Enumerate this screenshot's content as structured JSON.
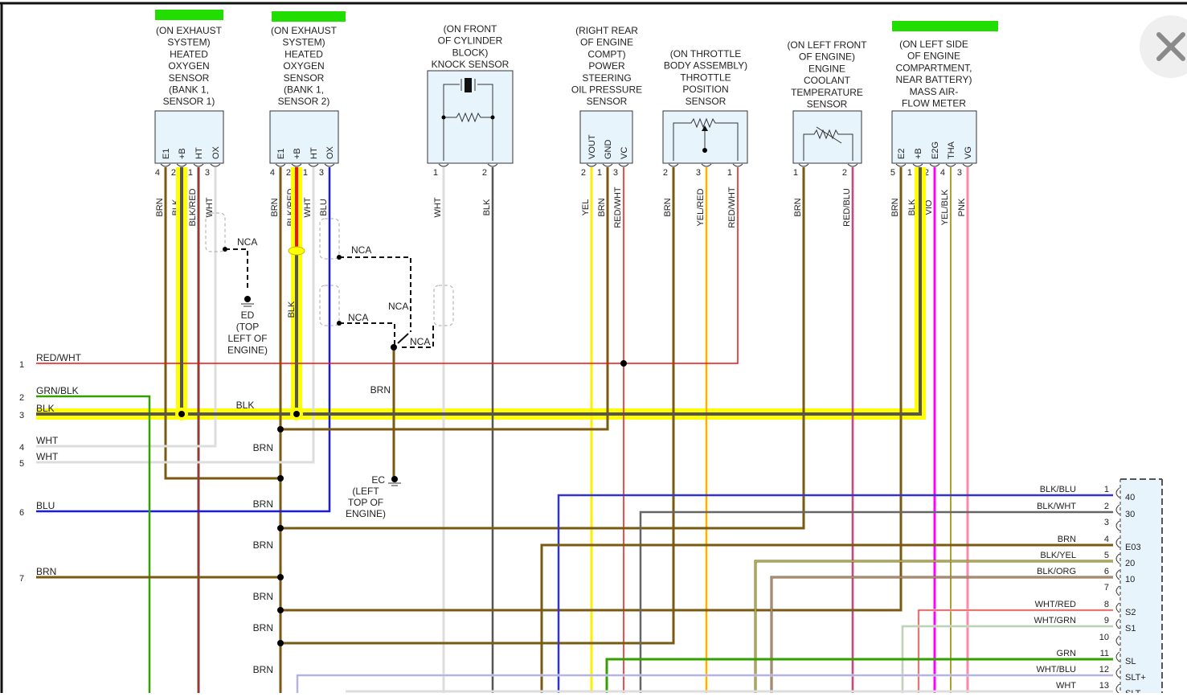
{
  "window": {
    "close_icon": "close-icon (×)"
  },
  "highlight_color": "#22dd00",
  "components": [
    {
      "id": "ho2s-b1s1",
      "title_lines": [
        "(ON EXHAUST",
        "SYSTEM)",
        "HEATED",
        "OXYGEN",
        "SENSOR",
        "(BANK 1,",
        "SENSOR 1)"
      ],
      "highlighted": true,
      "pin_labels": [
        "E1",
        "+B",
        "HT",
        "OX"
      ],
      "pins": [
        {
          "num": "4",
          "wire": "BRN"
        },
        {
          "num": "2",
          "wire": "BLK"
        },
        {
          "num": "1",
          "wire": "BLK/RED"
        },
        {
          "num": "3",
          "wire": "WHT"
        }
      ]
    },
    {
      "id": "ho2s-b1s2",
      "title_lines": [
        "(ON EXHAUST",
        "SYSTEM)",
        "HEATED",
        "OXYGEN",
        "SENSOR",
        "(BANK 1,",
        "SENSOR 2)"
      ],
      "highlighted": true,
      "pin_labels": [
        "E1",
        "+B",
        "HT",
        "OX"
      ],
      "pins": [
        {
          "num": "4",
          "wire": "BRN"
        },
        {
          "num": "2",
          "wire": "BLK/RED"
        },
        {
          "num": "1",
          "wire": "WHT"
        },
        {
          "num": "3",
          "wire": "BLU"
        }
      ]
    },
    {
      "id": "knock",
      "title_lines": [
        "(ON FRONT",
        "OF CYLINDER",
        "BLOCK)",
        "KNOCK SENSOR"
      ],
      "highlighted": false,
      "pin_labels": [],
      "pins": [
        {
          "num": "1",
          "wire": "WHT"
        },
        {
          "num": "2",
          "wire": "BLK"
        }
      ]
    },
    {
      "id": "pspress",
      "title_lines": [
        "(RIGHT REAR",
        "OF ENGINE",
        "COMPT)",
        "POWER",
        "STEERING",
        "OIL PRESSURE",
        "SENSOR"
      ],
      "highlighted": false,
      "pin_labels": [
        "VOUT",
        "GND",
        "VC"
      ],
      "pins": [
        {
          "num": "2",
          "wire": "YEL"
        },
        {
          "num": "1",
          "wire": "BRN"
        },
        {
          "num": "3",
          "wire": "RED/WHT"
        }
      ]
    },
    {
      "id": "tps",
      "title_lines": [
        "(ON THROTTLE",
        "BODY ASSEMBLY)",
        "THROTTLE",
        "POSITION",
        "SENSOR"
      ],
      "highlighted": false,
      "pin_labels": [],
      "pins": [
        {
          "num": "2",
          "wire": "BRN"
        },
        {
          "num": "3",
          "wire": "YEL/RED"
        },
        {
          "num": "1",
          "wire": "RED/WHT"
        }
      ]
    },
    {
      "id": "ect",
      "title_lines": [
        "(ON LEFT FRONT",
        "OF ENGINE)",
        "ENGINE",
        "COOLANT",
        "TEMPERATURE",
        "SENSOR"
      ],
      "highlighted": false,
      "pin_labels": [],
      "pins": [
        {
          "num": "1",
          "wire": "BRN"
        },
        {
          "num": "2",
          "wire": "RED/BLU"
        }
      ]
    },
    {
      "id": "maf",
      "title_lines": [
        "(ON LEFT SIDE",
        "OF ENGINE",
        "COMPARTMENT,",
        "NEAR BATTERY)",
        "MASS AIR-",
        "FLOW METER"
      ],
      "highlighted": true,
      "pin_labels": [
        "E2",
        "+B",
        "E2G",
        "THA",
        "VG"
      ],
      "pins": [
        {
          "num": "5",
          "wire": "BRN"
        },
        {
          "num": "1",
          "wire": "BLK"
        },
        {
          "num": "2",
          "wire": "VIO"
        },
        {
          "num": "4",
          "wire": "YEL/BLK"
        },
        {
          "num": "3",
          "wire": "PNK"
        }
      ]
    }
  ],
  "left_connector": {
    "rows": [
      {
        "num": "1",
        "wire": "RED/WHT"
      },
      {
        "num": "2",
        "wire": "GRN/BLK"
      },
      {
        "num": "3",
        "wire": "BLK"
      },
      {
        "num": "4",
        "wire": "WHT"
      },
      {
        "num": "5",
        "wire": "WHT"
      },
      {
        "num": "6",
        "wire": "BLU"
      },
      {
        "num": "7",
        "wire": "BRN"
      }
    ]
  },
  "bus_labels": {
    "blk_bus": "BLK",
    "blk_vertical": "BLK",
    "brn_ground": "BRN",
    "brn_splices": [
      "BRN",
      "BRN",
      "BRN",
      "BRN",
      "BRN",
      "BRN"
    ]
  },
  "grounds": [
    {
      "id": "ED",
      "lines": [
        "ED",
        "(TOP",
        "LEFT OF",
        "ENGINE)"
      ]
    },
    {
      "id": "EC",
      "lines": [
        "EC",
        "(LEFT",
        "TOP OF",
        "ENGINE)"
      ]
    }
  ],
  "nca_labels": [
    "NCA",
    "NCA",
    "NCA",
    "NCA",
    "NCA"
  ],
  "ecm_connector": {
    "rows": [
      {
        "num": "1",
        "wire": "BLK/BLU",
        "terminal": "40"
      },
      {
        "num": "2",
        "wire": "BLK/WHT",
        "terminal": "30"
      },
      {
        "num": "3",
        "wire": "",
        "terminal": ""
      },
      {
        "num": "4",
        "wire": "BRN",
        "terminal": "E03"
      },
      {
        "num": "5",
        "wire": "BLK/YEL",
        "terminal": "20"
      },
      {
        "num": "6",
        "wire": "BLK/ORG",
        "terminal": "10"
      },
      {
        "num": "7",
        "wire": "",
        "terminal": ""
      },
      {
        "num": "8",
        "wire": "WHT/RED",
        "terminal": "S2"
      },
      {
        "num": "9",
        "wire": "WHT/GRN",
        "terminal": "S1"
      },
      {
        "num": "10",
        "wire": "",
        "terminal": ""
      },
      {
        "num": "11",
        "wire": "GRN",
        "terminal": "SL"
      },
      {
        "num": "12",
        "wire": "WHT/BLU",
        "terminal": "SLT+"
      },
      {
        "num": "13",
        "wire": "WHT",
        "terminal": "SLT-"
      }
    ]
  },
  "wire_colors": {
    "BRN": "#7a5a10",
    "BLK": "#555555",
    "RED": "#ee1111",
    "WHT": "#dddddd",
    "BLU": "#1a1aee",
    "YEL": "#ffee00",
    "GRN": "#33a000",
    "VIO": "#ff00ff",
    "PNK": "#ff88aa",
    "ORG": "#ffaa55",
    "HILITE": "#ffff00"
  }
}
